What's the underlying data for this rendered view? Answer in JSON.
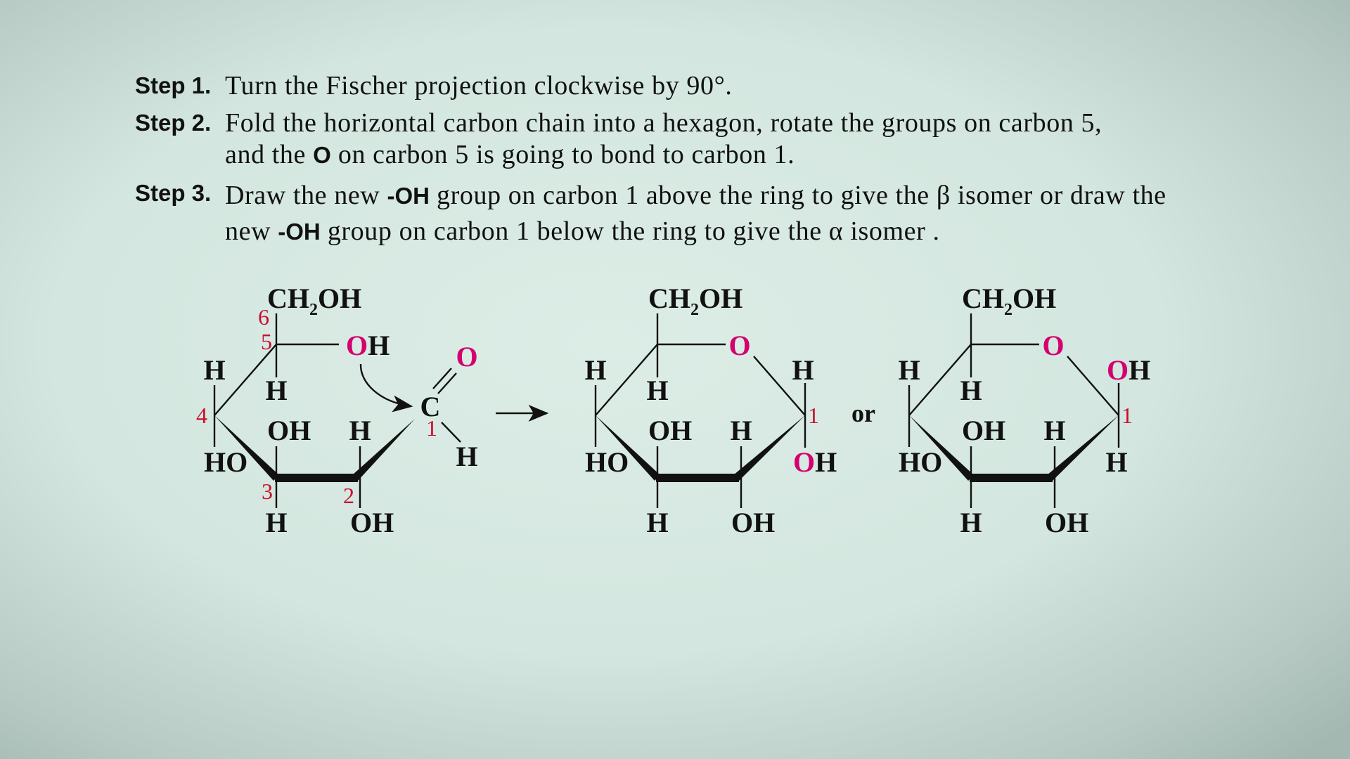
{
  "steps": [
    {
      "label": "Step 1.",
      "lines": [
        [
          "Turn the Fischer projection clockwise by 90°."
        ]
      ]
    },
    {
      "label": "Step 2.",
      "lines": [
        [
          "Fold the horizontal carbon chain into a hexagon, rotate the groups on carbon 5,"
        ],
        [
          "and the ",
          "O",
          " on carbon 5 is going to bond to carbon 1."
        ]
      ]
    },
    {
      "label": "Step 3.",
      "lines": [
        [
          "Draw the new ",
          "-OH",
          " group on carbon 1 above the ring to give the β isomer or draw the"
        ],
        [
          "new ",
          "-OH",
          " group on carbon 1 below the ring to give the α isomer ."
        ]
      ]
    }
  ],
  "chain": {
    "ch2oh": "CH",
    "two": "2",
    "ch2oh_end": "OH",
    "c5_oh_o": "O",
    "c5_oh_h": "H",
    "c5_h": "H",
    "c4_h": "H",
    "c4_ho": "HO",
    "c3_oh": "OH",
    "c3_h": "H",
    "c2_h": "H",
    "c2_oh": "OH",
    "c1": "C",
    "c1_o": "O",
    "c1_h": "H",
    "n1": "1",
    "n2": "2",
    "n3": "3",
    "n4": "4",
    "n5": "5",
    "n6": "6"
  },
  "beta": {
    "ch2oh": "CH",
    "two": "2",
    "ch2oh_end": "OH",
    "ring_o": "O",
    "c5_h": "H",
    "c4_h": "H",
    "c4_ho": "HO",
    "c3_oh": "OH",
    "c3_h": "H",
    "c2_h": "H",
    "c2_oh": "OH",
    "c1_top": "H",
    "c1_bot_o": "O",
    "c1_bot_h": "H",
    "n1": "1"
  },
  "alpha": {
    "ch2oh": "CH",
    "two": "2",
    "ch2oh_end": "OH",
    "ring_o": "O",
    "c5_h": "H",
    "c4_h": "H",
    "c4_ho": "HO",
    "c3_oh": "OH",
    "c3_h": "H",
    "c2_h": "H",
    "c2_oh": "OH",
    "c1_top_o": "O",
    "c1_top_h": "H",
    "c1_bot": "H",
    "n1": "1"
  },
  "or_label": "or",
  "colors": {
    "oxygen": "#d4006e",
    "numbers": "#c8102e"
  }
}
